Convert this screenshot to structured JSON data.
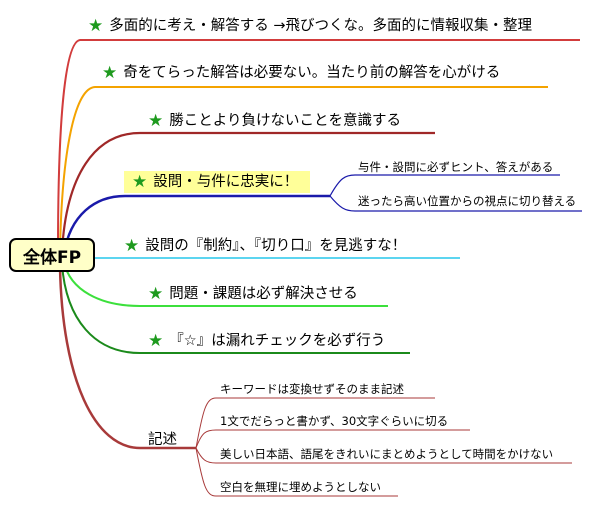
{
  "root": "全体FP",
  "colors": {
    "red": "#d23c3c",
    "orange": "#f4a300",
    "brown": "#a02828",
    "blue": "#1a1aaa",
    "cyan": "#5cd5f0",
    "green_light": "#3ce03c",
    "green_dark": "#1b8a1b",
    "maroon": "#a83a3a",
    "star": "#1e9a1e",
    "highlight": "#ffff99"
  },
  "branches": [
    {
      "label": "多面的に考え・解答する →飛びつくな。多面的に情報収集・整理",
      "star": true
    },
    {
      "label": "奇をてらった解答は必要ない。当たり前の解答を心がける",
      "star": true
    },
    {
      "label": "勝ことより負けないことを意識する",
      "star": true
    },
    {
      "label": "設問・与件に忠実に！",
      "star": true,
      "children": [
        "与件・設問に必ずヒント、答えがある",
        "迷ったら高い位置からの視点に切り替える"
      ]
    },
    {
      "label": "設問の『制約』、『切り口』を見逃すな！",
      "star": true
    },
    {
      "label": "問題・課題は必ず解決させる",
      "star": true
    },
    {
      "label": "『☆』は漏れチェックを必ず行う",
      "star": true
    },
    {
      "label": "記述",
      "star": false,
      "children": [
        "キーワードは変換せずそのまま記述",
        "1文でだらっと書かず、30文字ぐらいに切る",
        "美しい日本語、語尾をきれいにまとめようとして時間をかけない",
        "空白を無理に埋めようとしない"
      ]
    }
  ],
  "icons": {
    "star": "star-icon"
  }
}
